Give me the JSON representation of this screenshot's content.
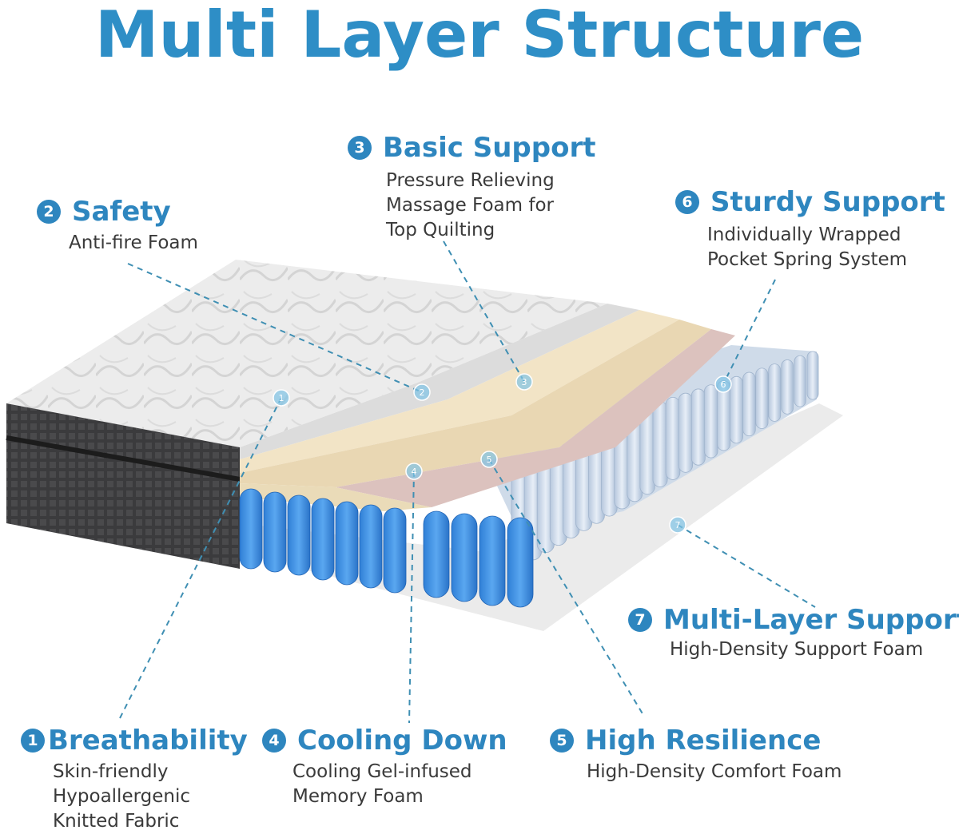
{
  "title": "Multi Layer Structure",
  "colors": {
    "accent": "#2e86bf",
    "title": "#2e8ec6",
    "leader": "#3f8fb3"
  },
  "callouts": [
    {
      "num": "1",
      "heading": "Breathability",
      "lines": [
        "Skin-friendly",
        "Hypoallergenic",
        "Knitted Fabric"
      ]
    },
    {
      "num": "2",
      "heading": "Safety",
      "lines": [
        "Anti-fire Foam"
      ]
    },
    {
      "num": "3",
      "heading": "Basic Support",
      "lines": [
        "Pressure Relieving",
        "Massage Foam for",
        "Top Quilting"
      ]
    },
    {
      "num": "4",
      "heading": "Cooling Down",
      "lines": [
        "Cooling Gel-infused",
        "Memory Foam"
      ]
    },
    {
      "num": "5",
      "heading": "High Resilience",
      "lines": [
        "High-Density Comfort Foam"
      ]
    },
    {
      "num": "6",
      "heading": "Sturdy Support",
      "lines": [
        "Individually Wrapped",
        "Pocket Spring System"
      ]
    },
    {
      "num": "7",
      "heading": "Multi-Layer Support",
      "lines": [
        "High-Density Support Foam"
      ]
    }
  ],
  "markers": [
    "1",
    "2",
    "3",
    "4",
    "5",
    "6",
    "7"
  ]
}
